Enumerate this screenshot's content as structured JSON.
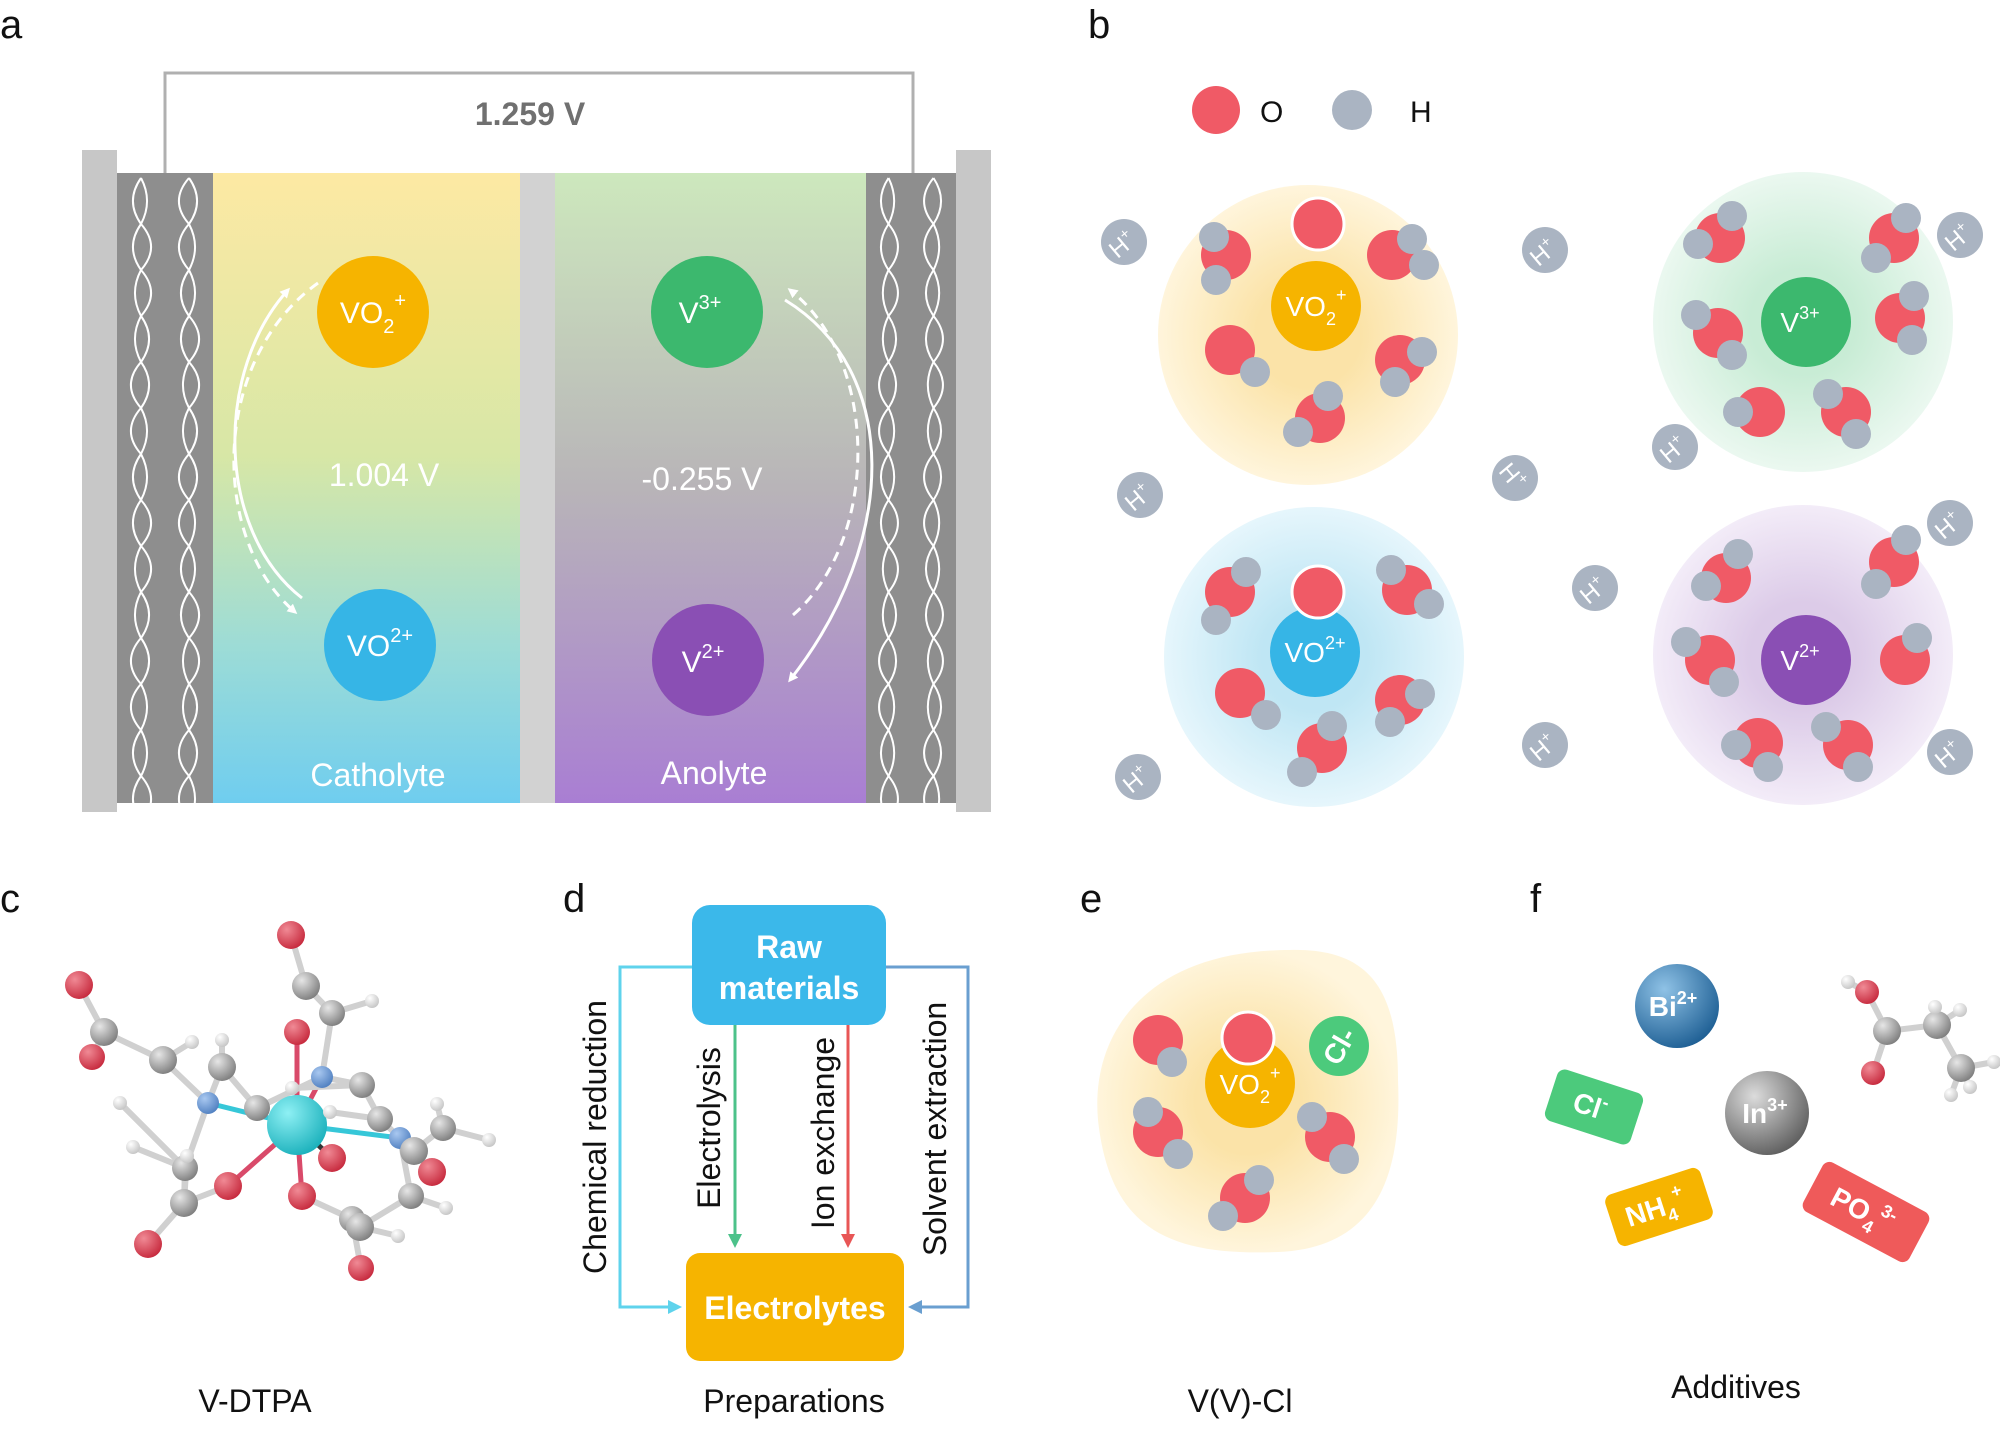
{
  "panels": {
    "a": {
      "letter": "a",
      "cell_voltage": "1.259 V",
      "catholyte_potential": "1.004 V",
      "anolyte_potential": "-0.255 V",
      "catholyte_label": "Catholyte",
      "anolyte_label": "Anolyte",
      "ions": {
        "vo2plus": {
          "base": "VO",
          "sub": "2",
          "sup": "+"
        },
        "vo2p": {
          "base": "VO",
          "sup": "2+"
        },
        "v3p": {
          "base": "V",
          "sup": "3+"
        },
        "v2p": {
          "base": "V",
          "sup": "2+"
        }
      }
    },
    "b": {
      "letter": "b",
      "legend_o": "O",
      "legend_h": "H",
      "proton": {
        "base": "H",
        "sup": "+"
      }
    },
    "c": {
      "letter": "c",
      "caption": "V-DTPA"
    },
    "d": {
      "letter": "d",
      "raw_line1": "Raw",
      "raw_line2": "materials",
      "electrolytes": "Electrolytes",
      "chemical_reduction": "Chemical reduction",
      "electrolysis": "Electrolysis",
      "ion_exchange": "Ion exchange",
      "solvent_extraction": "Solvent extraction",
      "caption": "Preparations"
    },
    "e": {
      "letter": "e",
      "chloride": "Cl-",
      "caption": "V(V)-Cl"
    },
    "f": {
      "letter": "f",
      "bi": {
        "base": "Bi",
        "sup": "2+"
      },
      "in": {
        "base": "In",
        "sup": "3+"
      },
      "cl": {
        "base": "Cl",
        "sup": "-"
      },
      "nh4": {
        "base": "NH",
        "sub": "4",
        "sup": "+"
      },
      "po4": {
        "base": "PO",
        "sub": "4",
        "sup": "3-"
      },
      "caption": "Additives"
    }
  },
  "colors": {
    "oxygen": "#f05a66",
    "hydrogen": "#aab4c2",
    "vo2plus": "#f6b400",
    "vo2p": "#36b5e6",
    "v3p": "#3cb86e",
    "v2p": "#8a4fb4",
    "chloride": "#4cca7c",
    "phosphate": "#ef5a5a"
  }
}
